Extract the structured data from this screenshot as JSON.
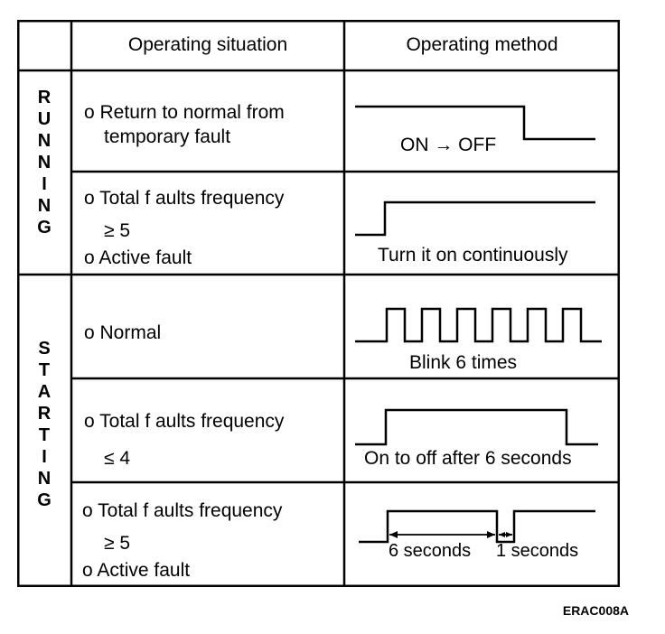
{
  "header": {
    "situation": "Operating situation",
    "method": "Operating method"
  },
  "groups": {
    "running": [
      "R",
      "U",
      "N",
      "N",
      "I",
      "N",
      "G"
    ],
    "starting": [
      "S",
      "T",
      "A",
      "R",
      "T",
      "I",
      "N",
      "G"
    ]
  },
  "rows": [
    {
      "situation": [
        "o Return to normal from",
        "temporary fault"
      ],
      "method": "ON → OFF"
    },
    {
      "situation": [
        "o Total f aults frequency",
        "≥ 5",
        "o Active fault"
      ],
      "method": "Turn it on continuously"
    },
    {
      "situation": [
        "o Normal"
      ],
      "method": "Blink 6 times"
    },
    {
      "situation": [
        "o Total f aults frequency",
        "≤ 4"
      ],
      "method": "On to off after 6 seconds"
    },
    {
      "situation": [
        "o Total f aults frequency",
        "≥ 5",
        "o Active fault"
      ],
      "method_a": "6 seconds",
      "method_b": "1 seconds"
    }
  ],
  "footer": "ERAC008A"
}
